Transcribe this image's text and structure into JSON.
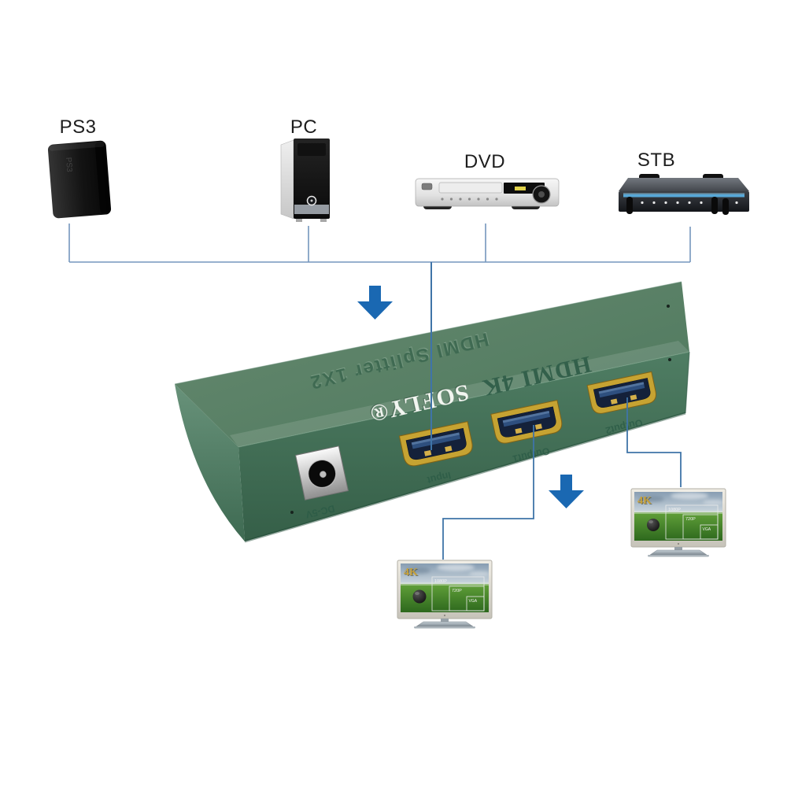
{
  "sources": [
    {
      "label": "PS3",
      "logo": "PS3"
    },
    {
      "label": "PC"
    },
    {
      "label": "DVD"
    },
    {
      "label": "STB"
    }
  ],
  "splitter": {
    "top_text": "HDMI Splitter 1X2",
    "front_model_text": "HDMI 4K",
    "front_brand_text": "SOFLY®",
    "power_port_label": "DC-5V",
    "ports": [
      {
        "label": "Input"
      },
      {
        "label": "Output1"
      },
      {
        "label": "Output2"
      }
    ]
  },
  "displays": [
    {
      "badge": "4K",
      "resolution_boxes": [
        "1080P",
        "720P",
        "VGA"
      ]
    },
    {
      "badge": "4K",
      "resolution_boxes": [
        "1080P",
        "720P",
        "VGA"
      ]
    }
  ],
  "colors": {
    "splitter_green": "#47745c",
    "connector_blue": "#7596bd",
    "signal_blue": "#3f74a8",
    "arrow_blue": "#1a68b2",
    "hdmi_gold": "#c6a332",
    "tv_badge_gold": "#c8a23a"
  }
}
